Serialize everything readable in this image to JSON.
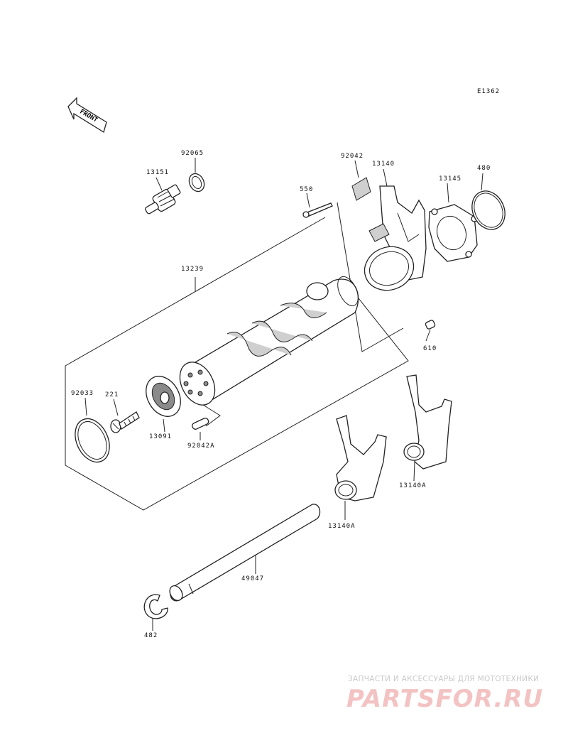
{
  "diagram_code": "E1362",
  "front_label": "FRONT",
  "parts": {
    "p92065": "92065",
    "p13151": "13151",
    "p92042": "92042",
    "p13140": "13140",
    "p13145": "13145",
    "p480": "480",
    "p550": "550",
    "p13239": "13239",
    "p610": "610",
    "p92033": "92033",
    "p221": "221",
    "p13091": "13091",
    "p92042A": "92042A",
    "p13140A_right": "13140A",
    "p13140A_left": "13140A",
    "p49047": "49047",
    "p482": "482"
  },
  "watermark": {
    "tagline": "ЗАПЧАСТИ И АКСЕССУАРЫ ДЛЯ МОТОТЕХНИКИ",
    "logo": "PARTSFOR.RU"
  }
}
